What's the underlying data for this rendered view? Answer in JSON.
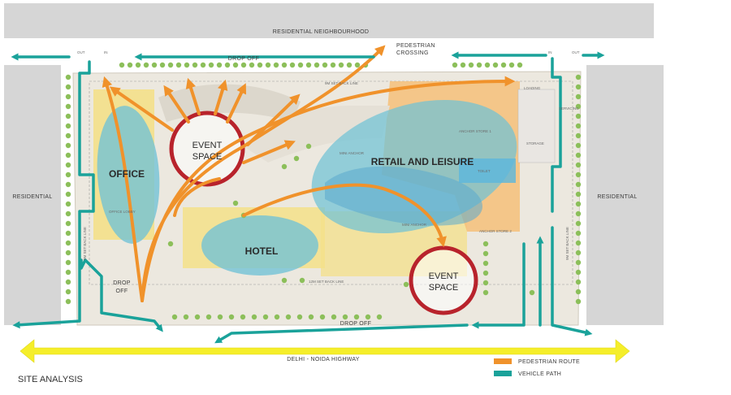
{
  "title": "SITE ANALYSIS",
  "labels": {
    "residential_top": "RESIDENTIAL NEIGHBOURHOOD",
    "residential_left": "RESIDENTIAL",
    "residential_right": "RESIDENTIAL",
    "pedestrian_crossing_1": "PEDESTRIAN",
    "pedestrian_crossing_2": "CROSSING",
    "drop_off_top": "DROP OFF",
    "drop_off_bottom": "DROP OFF",
    "drop_off_left_1": "DROP",
    "drop_off_left_2": "OFF",
    "highway": "DELHI - NOIDA HIGHWAY",
    "out_left": "OUT",
    "in_left": "IN",
    "out_right": "OUT",
    "in_right": "IN",
    "setback_top": "9M SET BACK LINE",
    "setback_bottom": "12M SET BACK LINE",
    "setback_left": "9M SET BACK LINE",
    "setback_right": "9M SET BACK LINE",
    "loading": "LOADING",
    "servicing": "SERVICING",
    "storage": "STORAGE",
    "toilet": "TOILET",
    "anchor_store_1": "ANCHOR STORE 1",
    "anchor_store_2": "ANCHOR STORE 2",
    "mini_anchor_1": "MINI ANCHOR",
    "mini_anchor_2": "MINI ANCHOR",
    "office_lobby": "OFFICE LOBBY"
  },
  "zones": {
    "office": "OFFICE",
    "retail": "RETAIL AND LEISURE",
    "hotel": "HOTEL",
    "event1_line1": "EVENT",
    "event1_line2": "SPACE",
    "event2_line1": "EVENT",
    "event2_line2": "SPACE"
  },
  "legend": [
    {
      "label": "PEDESTRIAN ROUTE",
      "color": "#f0922b"
    },
    {
      "label": "VEHICLE PATH",
      "color": "#1aa29a"
    }
  ],
  "colors": {
    "pedestrian": "#f0922b",
    "vehicle": "#1aa29a",
    "highway": "#f5ee2a",
    "zone_fill": "#6fc2d6",
    "event_ring": "#b8232c",
    "road": "#d4d4d4",
    "site": "#ece8df",
    "building_yellow": "#f4e08a",
    "building_orange": "#f6c07a"
  }
}
